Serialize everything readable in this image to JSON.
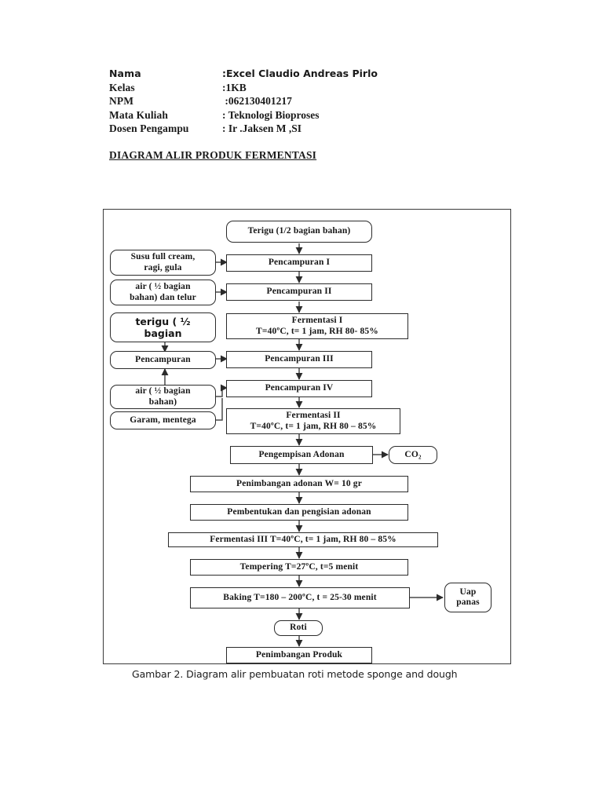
{
  "header": {
    "rows": [
      {
        "label": "Nama",
        "value": ":Excel Claudio Andreas Pirlo",
        "font": "sans"
      },
      {
        "label": "Kelas",
        "value": ":1KB",
        "font": "serif"
      },
      {
        "label": "NPM",
        "value": " :062130401217",
        "font": "serif"
      },
      {
        "label": "Mata Kuliah",
        "value": ": Teknologi Bioproses",
        "font": "serif"
      },
      {
        "label": "Dosen Pengampu",
        "value": ": Ir .Jaksen M ,SI",
        "font": "serif"
      }
    ]
  },
  "document_title": "DIAGRAM ALIR PRODUK FERMENTASI",
  "figure": {
    "caption": "Gambar 2. Diagram alir pembuatan roti metode sponge and dough",
    "nodes": [
      {
        "id": "terigu-awal",
        "label": "Terigu (1/2 bagian bahan)"
      },
      {
        "id": "susu-ragi-gula",
        "label": "Susu full cream,",
        "label2": "ragi, gula"
      },
      {
        "id": "pencampuran-1",
        "label": "Pencampuran I"
      },
      {
        "id": "air-telur",
        "label": "air ( ½ bagian",
        "label2": "bahan) dan telur"
      },
      {
        "id": "pencampuran-2",
        "label": "Pencampuran II"
      },
      {
        "id": "terigu-setengah",
        "label": "terigu ( ½",
        "label2": "bagian"
      },
      {
        "id": "fermentasi-1",
        "label": "Fermentasi I",
        "label2": "T=40ºC, t= 1 jam, RH 80- 85%"
      },
      {
        "id": "pencampuran-kiri",
        "label": "Pencampuran"
      },
      {
        "id": "pencampuran-3",
        "label": "Pencampuran III"
      },
      {
        "id": "air-bagian",
        "label": "air ( ½ bagian",
        "label2": "bahan)"
      },
      {
        "id": "pencampuran-4",
        "label": "Pencampuran IV"
      },
      {
        "id": "garam-mentega",
        "label": "Garam, mentega"
      },
      {
        "id": "fermentasi-2",
        "label": "Fermentasi II",
        "label2": "T=40ºC, t= 1 jam, RH 80 – 85%"
      },
      {
        "id": "pengempisan",
        "label": "Pengempisan Adonan"
      },
      {
        "id": "co2",
        "label": "CO₂"
      },
      {
        "id": "penimbangan-adonan",
        "label": "Penimbangan adonan W= 10 gr"
      },
      {
        "id": "pembentukan",
        "label": "Pembentukan dan pengisian adonan"
      },
      {
        "id": "fermentasi-3",
        "label": "Fermentasi III T=40ºC, t= 1 jam, RH 80 – 85%"
      },
      {
        "id": "tempering",
        "label": "Tempering T=27ºC, t=5 menit"
      },
      {
        "id": "baking",
        "label": "Baking T=180 – 200ºC, t = 25-30 menit"
      },
      {
        "id": "uap-panas",
        "label": "Uap",
        "label2": "panas"
      },
      {
        "id": "roti",
        "label": "Roti"
      },
      {
        "id": "penimbangan-produk",
        "label": "Penimbangan  Produk"
      }
    ]
  },
  "colors": {
    "ink": "#161616",
    "frame": "#3a3a3a",
    "box_border": "#2b2b2b",
    "connector": "#4a4a4a",
    "page_bg": "#ffffff"
  }
}
